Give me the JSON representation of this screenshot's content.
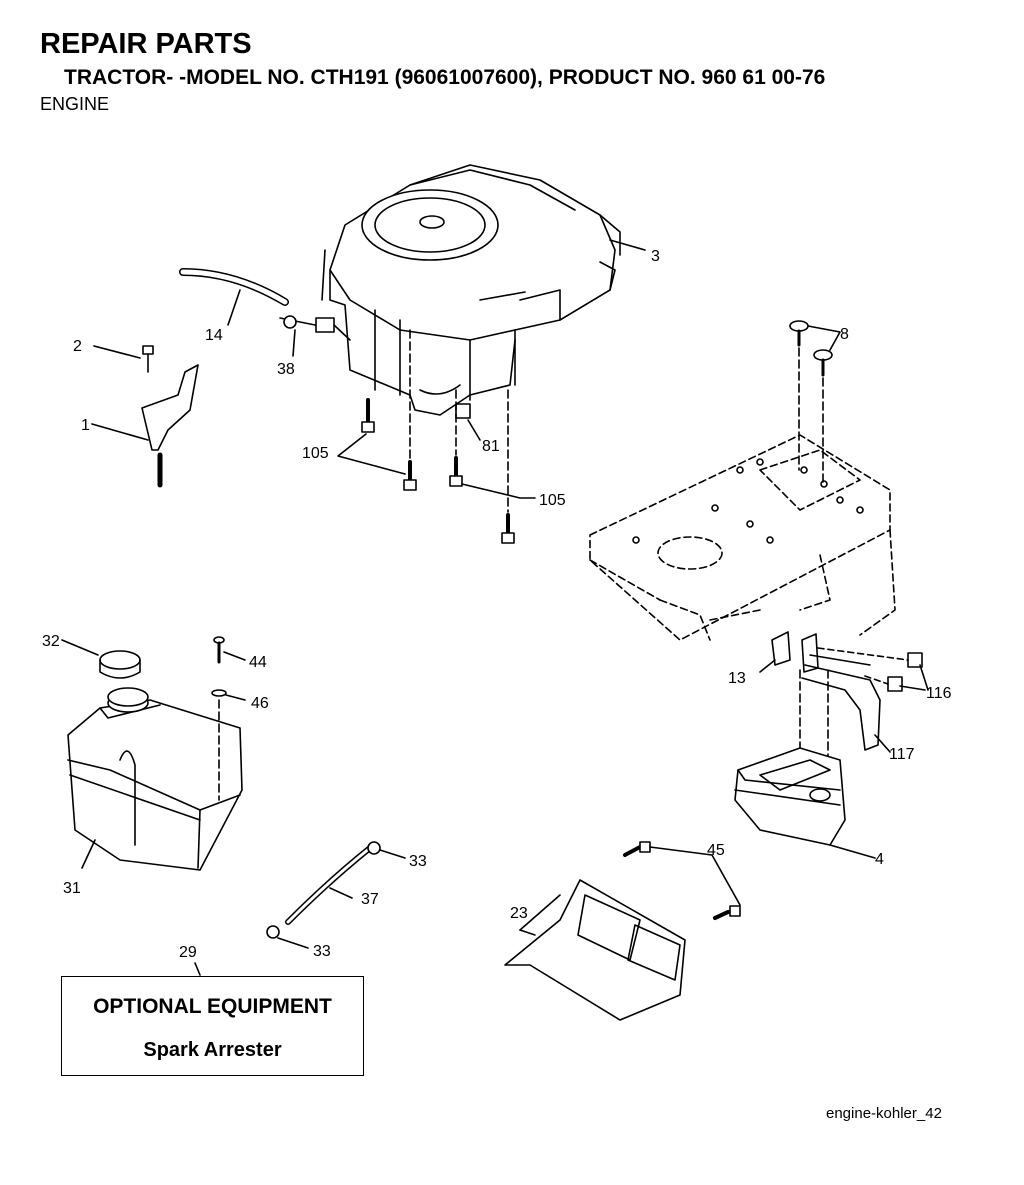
{
  "header": {
    "title": "REPAIR PARTS",
    "subtitle": "TRACTOR- -MODEL NO. CTH191 (96061007600), PRODUCT NO. 960 61 00-76",
    "section": "ENGINE"
  },
  "callouts": {
    "c1": "1",
    "c2": "2",
    "c3": "3",
    "c4": "4",
    "c8": "8",
    "c13": "13",
    "c14": "14",
    "c23": "23",
    "c29": "29",
    "c31": "31",
    "c32": "32",
    "c33a": "33",
    "c33b": "33",
    "c37": "37",
    "c38": "38",
    "c44": "44",
    "c45": "45",
    "c46": "46",
    "c81": "81",
    "c105a": "105",
    "c105b": "105",
    "c116": "116",
    "c117": "117"
  },
  "optional_box": {
    "title": "OPTIONAL EQUIPMENT",
    "item": "Spark Arrester"
  },
  "figure_id": "engine-kohler_42"
}
